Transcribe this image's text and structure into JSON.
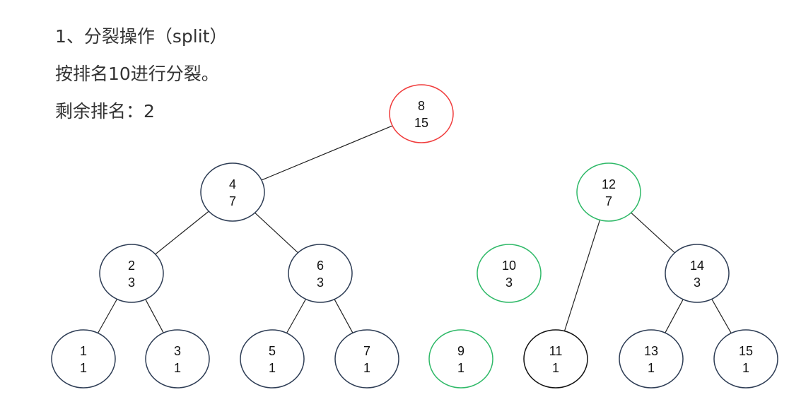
{
  "heading": "1、分裂操作（split）",
  "description": "按排名10进行分裂。",
  "remaining": "剩余排名：2",
  "colors": {
    "default": "#2e3d55",
    "red": "#f03c3c",
    "green": "#2fb968",
    "black": "#111111",
    "edge": "#222222"
  },
  "nodes": [
    {
      "id": "n8",
      "key": "8",
      "size": "15",
      "color": "red"
    },
    {
      "id": "n4",
      "key": "4",
      "size": "7",
      "color": "default"
    },
    {
      "id": "n12",
      "key": "12",
      "size": "7",
      "color": "green"
    },
    {
      "id": "n2",
      "key": "2",
      "size": "3",
      "color": "default"
    },
    {
      "id": "n6",
      "key": "6",
      "size": "3",
      "color": "default"
    },
    {
      "id": "n10",
      "key": "10",
      "size": "3",
      "color": "green"
    },
    {
      "id": "n14",
      "key": "14",
      "size": "3",
      "color": "default"
    },
    {
      "id": "n1",
      "key": "1",
      "size": "1",
      "color": "default"
    },
    {
      "id": "n3",
      "key": "3",
      "size": "1",
      "color": "default"
    },
    {
      "id": "n5",
      "key": "5",
      "size": "1",
      "color": "default"
    },
    {
      "id": "n7",
      "key": "7",
      "size": "1",
      "color": "default"
    },
    {
      "id": "n9",
      "key": "9",
      "size": "1",
      "color": "green"
    },
    {
      "id": "n11",
      "key": "11",
      "size": "1",
      "color": "black"
    },
    {
      "id": "n13",
      "key": "13",
      "size": "1",
      "color": "default"
    },
    {
      "id": "n15",
      "key": "15",
      "size": "1",
      "color": "default"
    }
  ],
  "edges": [
    [
      "n8",
      "n4"
    ],
    [
      "n4",
      "n2"
    ],
    [
      "n4",
      "n6"
    ],
    [
      "n2",
      "n1"
    ],
    [
      "n2",
      "n3"
    ],
    [
      "n6",
      "n5"
    ],
    [
      "n6",
      "n7"
    ],
    [
      "n12",
      "n11"
    ],
    [
      "n12",
      "n14"
    ],
    [
      "n14",
      "n13"
    ],
    [
      "n14",
      "n15"
    ]
  ]
}
